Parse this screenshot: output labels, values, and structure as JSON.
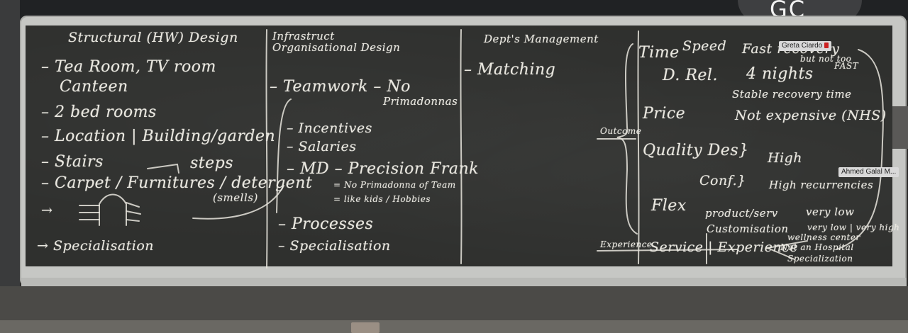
{
  "screen_text": "GC",
  "video_tags": {
    "greta": "Greta Ciardo",
    "ahmed": "Ahmed Galal M..."
  },
  "board": {
    "col1": {
      "title": "Structural (HW) Design",
      "items": [
        "– Tea Room, TV room",
        "Canteen",
        "– 2 bed rooms",
        "– Location | Building/garden",
        "– Stairs",
        "steps",
        "– Carpet / Furnitures / detergent",
        "(smells)",
        "→",
        "→ Specialisation"
      ]
    },
    "col2": {
      "title_line1": "Infrastruct",
      "title_line2": "Organisational Design",
      "items": [
        "– Teamwork – No",
        "Primadonnas",
        "– Incentives",
        "– Salaries",
        "– MD – Precision Frank",
        "= No Primadonna of Team",
        "= like kids / Hobbies",
        "– Processes",
        "– Specialisation"
      ]
    },
    "col3": {
      "title": "Dept's Management",
      "items": [
        "– Matching"
      ]
    },
    "col4": {
      "outcome_label": "Outcome",
      "experience_label": "Experience",
      "rows": [
        "Time",
        "Speed",
        "Fast recovery",
        "but not too",
        "FAST",
        "D. Rel.",
        "4 nights",
        "Stable recovery time",
        "Price",
        "Not expensive (NHS)",
        "Quality Des}",
        "High",
        "Conf.}",
        "High recurrencies",
        "Flex",
        "product/serv",
        "very low",
        "Customisation",
        "very low | very high",
        "Service | Experience",
        "wellness center",
        "Not an Hospital",
        "Specialization"
      ]
    }
  }
}
